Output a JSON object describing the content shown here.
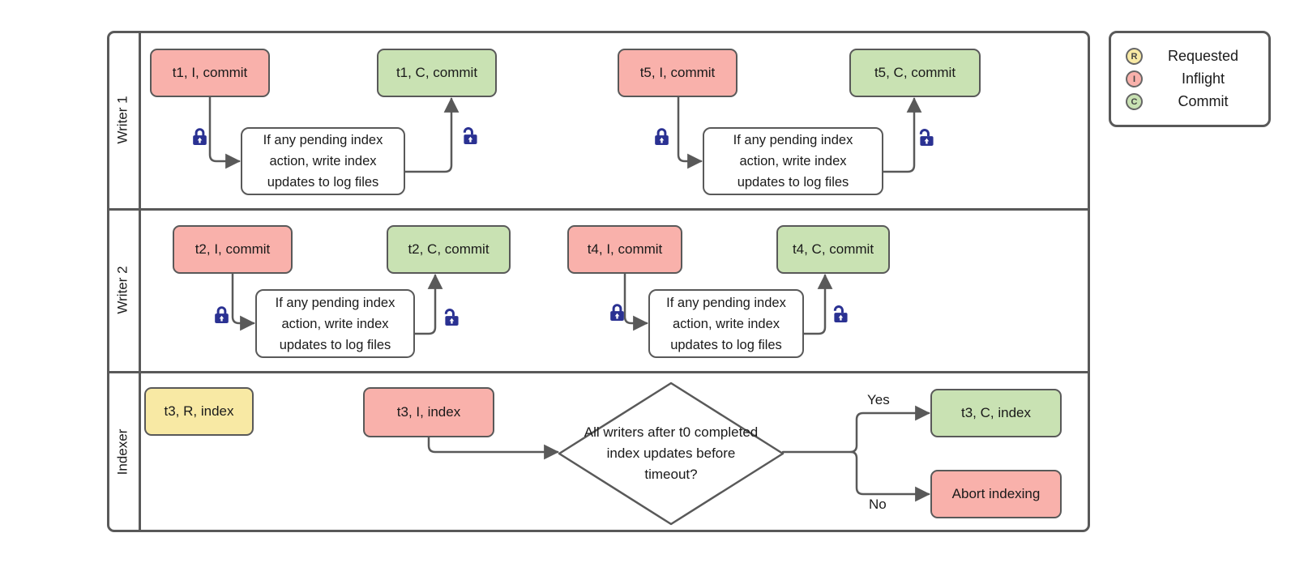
{
  "colors": {
    "stroke_gray": "#595959",
    "inflight_fill": "#F9B1AB",
    "commit_fill": "#C9E2B3",
    "requested_fill": "#F8E9A4",
    "lock_blue": "#2A3192",
    "text": "#1A1A1A",
    "background": "#FFFFFF"
  },
  "lanes": [
    {
      "label": "Writer 1"
    },
    {
      "label": "Writer 2"
    },
    {
      "label": "Indexer"
    }
  ],
  "nodes": {
    "t1_inflight": {
      "label": "t1, I, commit"
    },
    "t1_commit": {
      "label": "t1, C, commit"
    },
    "t5_inflight": {
      "label": "t5, I, commit"
    },
    "t5_commit": {
      "label": "t5, C, commit"
    },
    "t2_inflight": {
      "label": "t2, I, commit"
    },
    "t2_commit": {
      "label": "t2, C, commit"
    },
    "t4_inflight": {
      "label": "t4, I, commit"
    },
    "t4_commit": {
      "label": "t4, C, commit"
    },
    "t3_requested": {
      "label": "t3, R, index"
    },
    "t3_inflight": {
      "label": "t3, I, index"
    },
    "t3_commit": {
      "label": "t3, C, index"
    },
    "abort": {
      "label": "Abort indexing"
    },
    "process_w1a": {
      "label": "If any pending index action, write index updates to log files"
    },
    "process_w1b": {
      "label": "If any pending index action, write index updates to log files"
    },
    "process_w2a": {
      "label": "If any pending index action, write index updates to log files"
    },
    "process_w2b": {
      "label": "If any pending index action, write index updates to log files"
    }
  },
  "decision": {
    "question": "All writers after t0 completed index updates before timeout?",
    "yes_label": "Yes",
    "no_label": "No"
  },
  "legend": {
    "items": [
      {
        "letter": "R",
        "label": "Requested"
      },
      {
        "letter": "I",
        "label": "Inflight"
      },
      {
        "letter": "C",
        "label": "Commit"
      }
    ]
  }
}
